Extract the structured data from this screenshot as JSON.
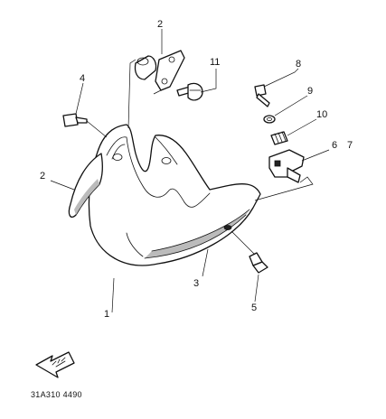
{
  "diagram": {
    "callouts": [
      {
        "id": "c1",
        "label": "1"
      },
      {
        "id": "c2a",
        "label": "2"
      },
      {
        "id": "c2b",
        "label": "2"
      },
      {
        "id": "c3",
        "label": "3"
      },
      {
        "id": "c4",
        "label": "4"
      },
      {
        "id": "c5",
        "label": "5"
      },
      {
        "id": "c6",
        "label": "6"
      },
      {
        "id": "c7",
        "label": "7"
      },
      {
        "id": "c8",
        "label": "8"
      },
      {
        "id": "c9",
        "label": "9"
      },
      {
        "id": "c10",
        "label": "10"
      },
      {
        "id": "c11",
        "label": "11"
      }
    ],
    "drawing_code": "31A310 4490",
    "icons": [
      "front-direction-arrow-icon"
    ]
  }
}
